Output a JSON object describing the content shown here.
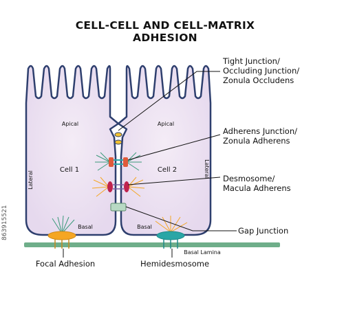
{
  "title": {
    "line1": "CELL-CELL AND CELL-MATRIX",
    "line2": "ADHESION"
  },
  "cells": {
    "cell1_label": "Cell 1",
    "cell2_label": "Cell 2",
    "apical": "Apical",
    "basal": "Basal",
    "lateral": "Lateral"
  },
  "callouts": {
    "tight_1": "Tight Junction/",
    "tight_2": "Occluding Junction/",
    "tight_3": "Zonula Occludens",
    "adherens_1": "Adherens Junction/",
    "adherens_2": "Zonula Adherens",
    "desmosome_1": "Desmosome/",
    "desmosome_2": "Macula Adherens",
    "gap": "Gap Junction",
    "focal": "Focal Adhesion",
    "hemi": "Hemidesmosome",
    "basal_lamina": "Basal Lamina"
  },
  "side_id": "863915521",
  "colors": {
    "membrane": "#2e3f6e",
    "cytoplasm": "#eadff0",
    "lamina": "#6fae8a",
    "tight": "#f2c230",
    "adherens": "#e05a3a",
    "desmosome": "#c0234e",
    "gap": "#6fae8a",
    "focal": "#f5a623",
    "hemi": "#2aa6a6"
  }
}
